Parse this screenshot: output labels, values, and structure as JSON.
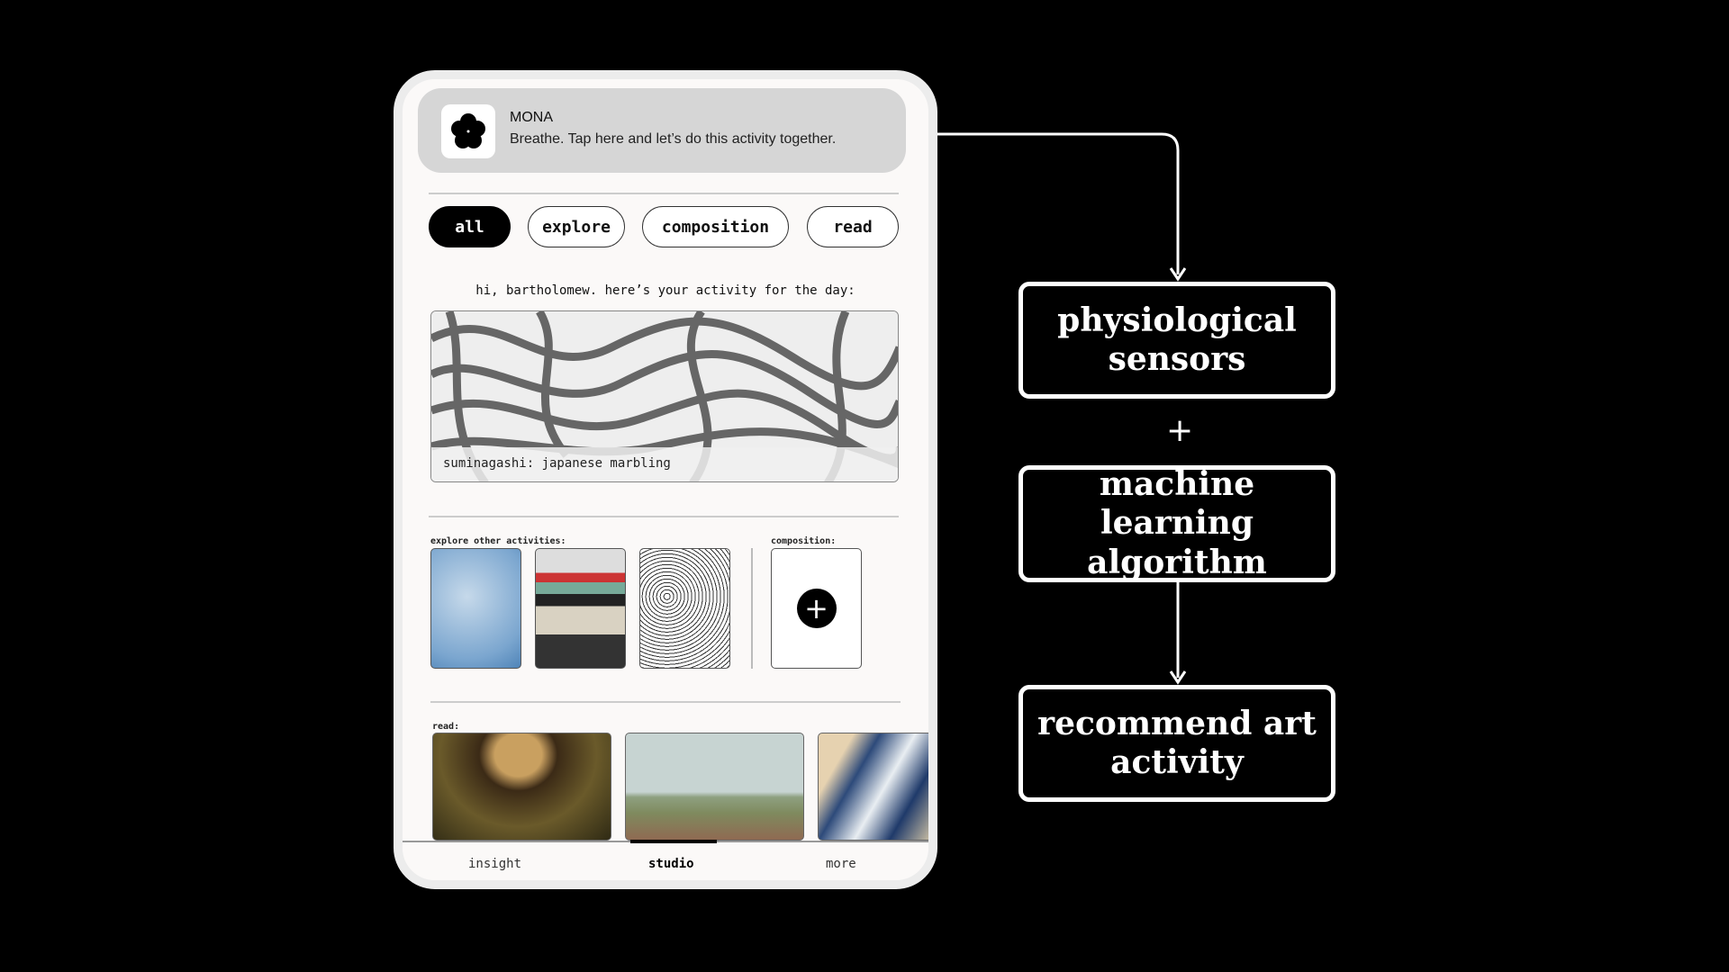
{
  "notification": {
    "app": "MONA",
    "message": "Breathe. Tap here and let’s do this activity together."
  },
  "filters": [
    {
      "label": "all",
      "active": true
    },
    {
      "label": "explore"
    },
    {
      "label": "composition"
    },
    {
      "label": "read"
    }
  ],
  "greeting": "hi, bartholomew. here’s your activity for the day:",
  "featured": {
    "caption": "suminagashi: japanese marbling"
  },
  "explore_label": "explore other activities:",
  "composition_label": "composition:",
  "read_label": "read:",
  "nav": {
    "tabs": [
      {
        "label": "insight"
      },
      {
        "label": "studio",
        "active": true
      },
      {
        "label": "more"
      }
    ]
  },
  "diagram": {
    "box1": "physiological sensors",
    "plus": "+",
    "box2": "machine learning algorithm",
    "box3": "recommend art activity"
  }
}
